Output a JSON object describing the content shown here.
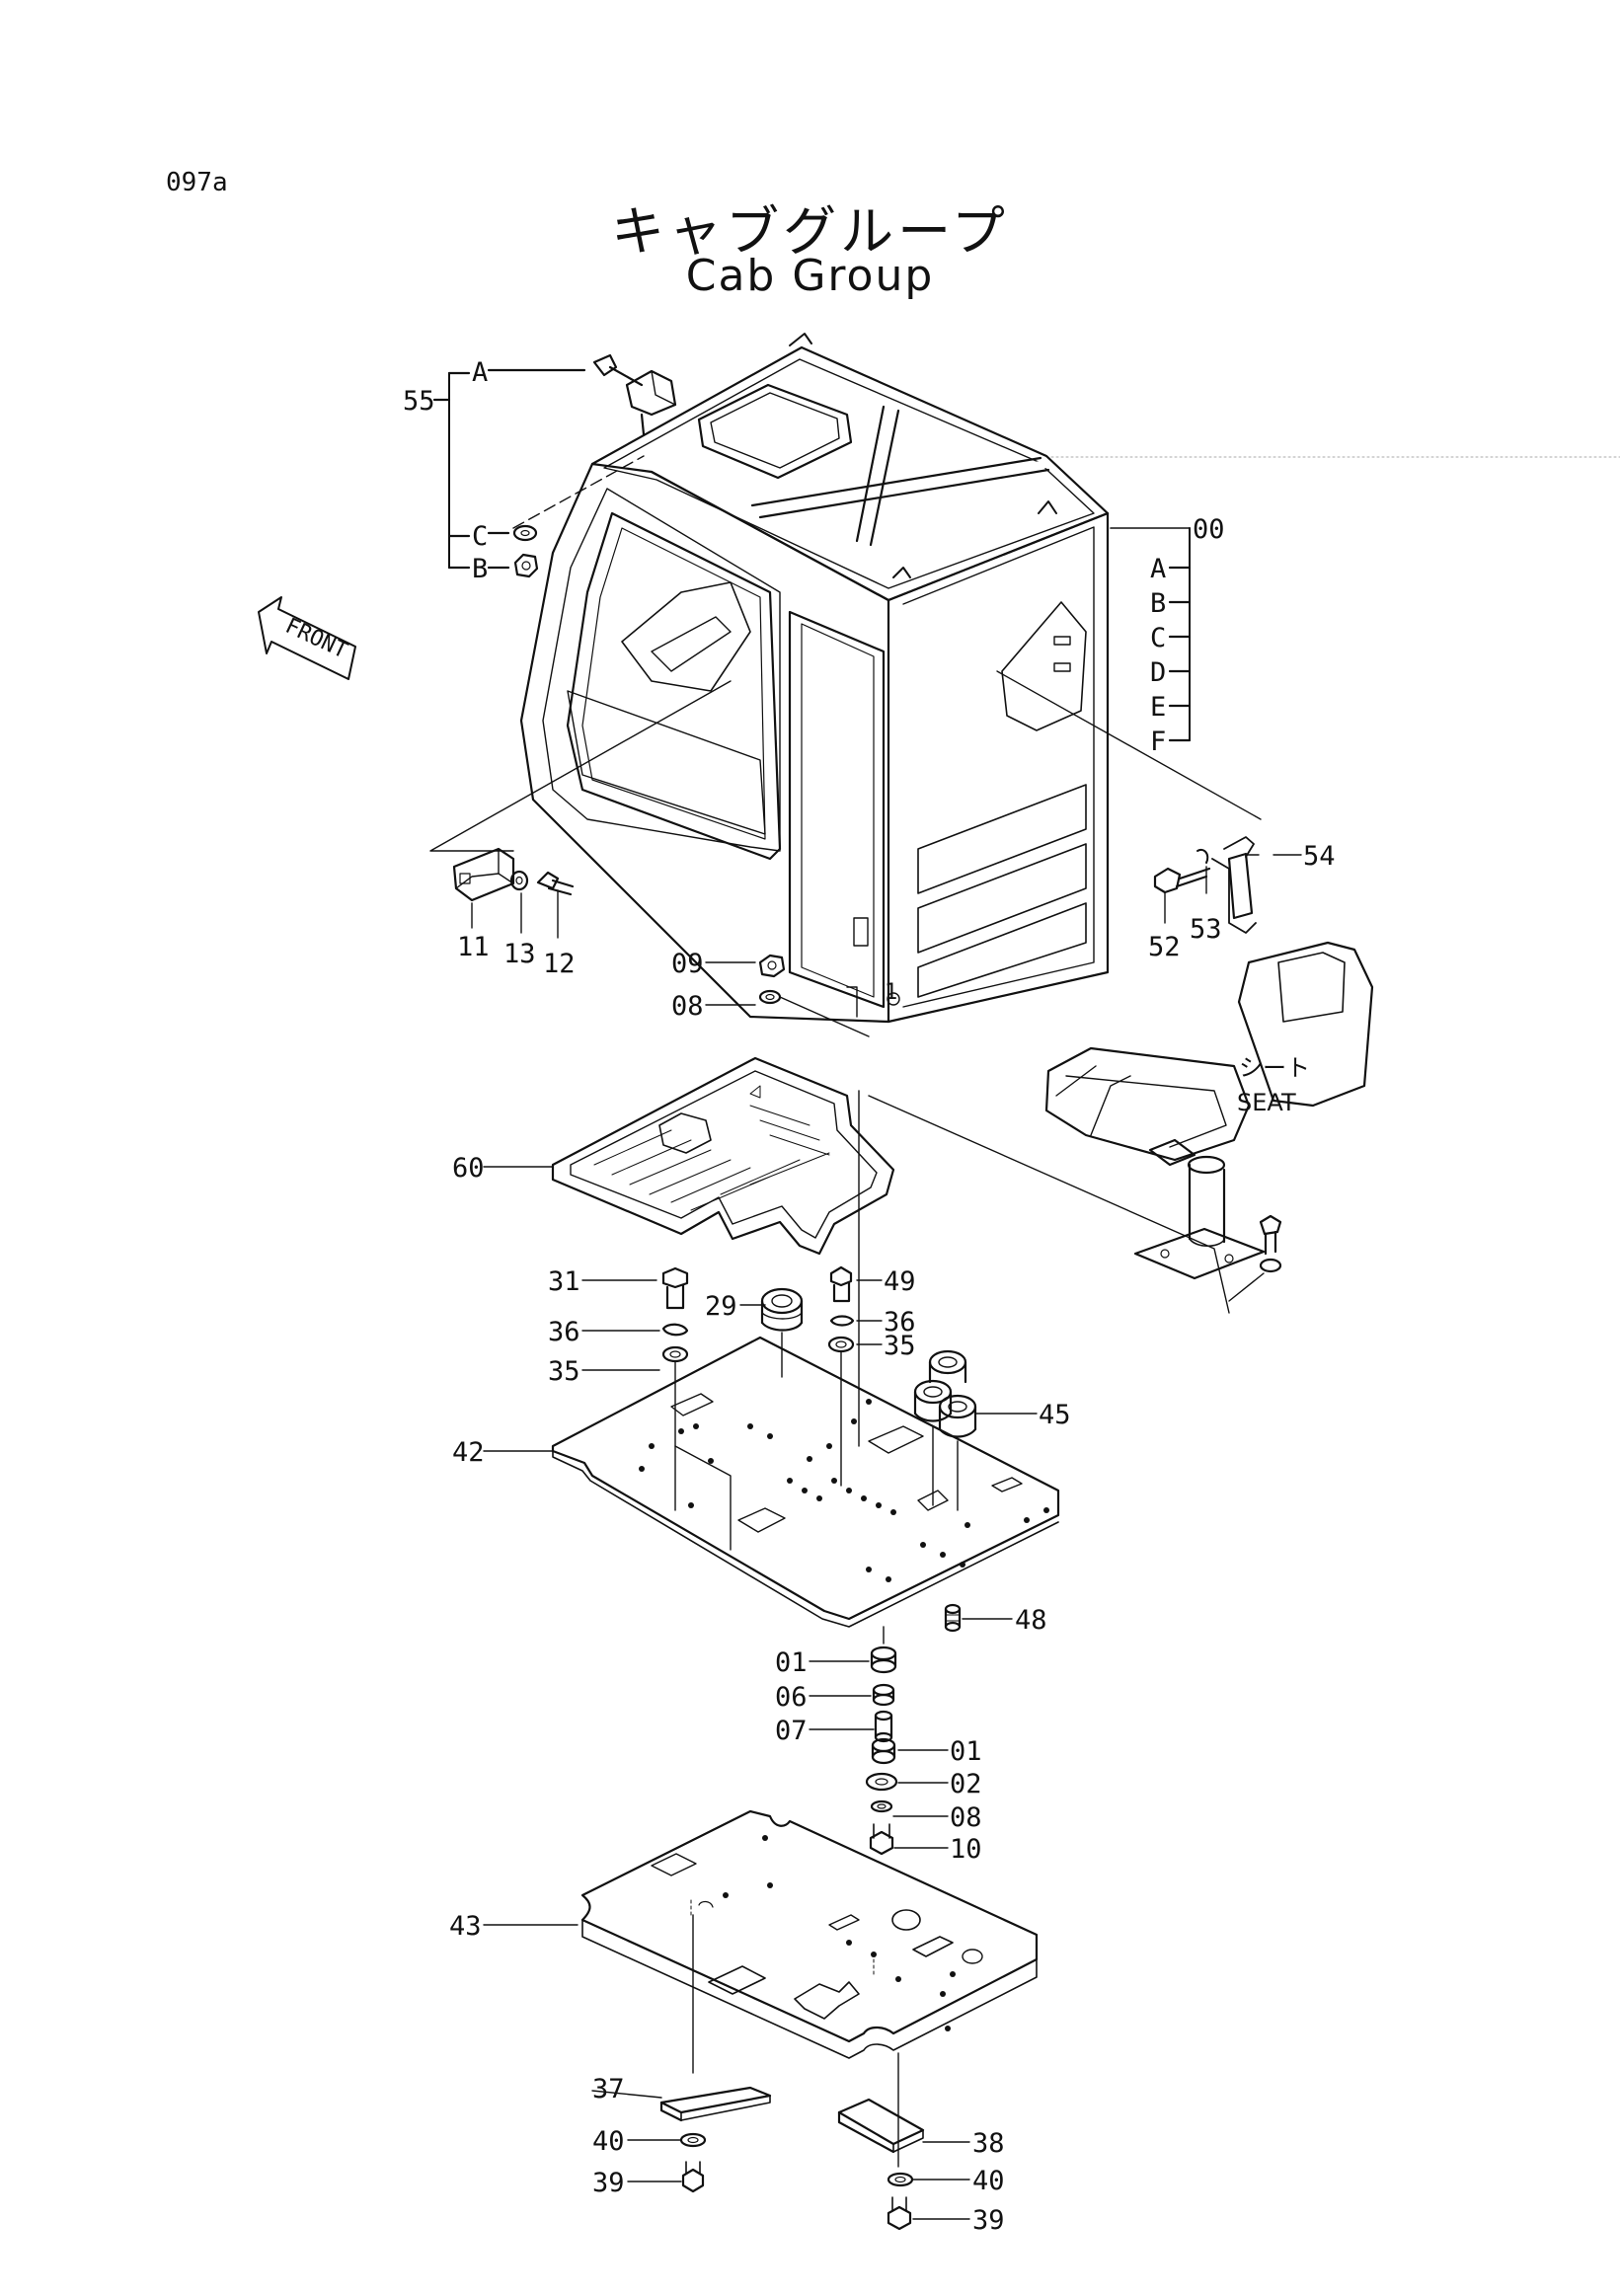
{
  "page_code": "097a",
  "title_jp": "キャブグループ",
  "title_en": "Cab Group",
  "front_label": "FRONT",
  "seat_label_jp": "シート",
  "seat_label_en": "SEAT",
  "small_mark": "1",
  "callouts": [
    {
      "id": "c55",
      "text": "55"
    },
    {
      "id": "cA55",
      "text": "A"
    },
    {
      "id": "cC55",
      "text": "C"
    },
    {
      "id": "cB55",
      "text": "B"
    },
    {
      "id": "c00",
      "text": "00"
    },
    {
      "id": "cA",
      "text": "A"
    },
    {
      "id": "cB",
      "text": "B"
    },
    {
      "id": "cC",
      "text": "C"
    },
    {
      "id": "cD",
      "text": "D"
    },
    {
      "id": "cE",
      "text": "E"
    },
    {
      "id": "cF",
      "text": "F"
    },
    {
      "id": "c54",
      "text": "54"
    },
    {
      "id": "c52",
      "text": "52"
    },
    {
      "id": "c53",
      "text": "53"
    },
    {
      "id": "c11",
      "text": "11"
    },
    {
      "id": "c13",
      "text": "13"
    },
    {
      "id": "c12",
      "text": "12"
    },
    {
      "id": "c09",
      "text": "09"
    },
    {
      "id": "c08a",
      "text": "08"
    },
    {
      "id": "c60",
      "text": "60"
    },
    {
      "id": "c31",
      "text": "31"
    },
    {
      "id": "c36a",
      "text": "36"
    },
    {
      "id": "c35a",
      "text": "35"
    },
    {
      "id": "c29",
      "text": "29"
    },
    {
      "id": "c49",
      "text": "49"
    },
    {
      "id": "c36b",
      "text": "36"
    },
    {
      "id": "c35b",
      "text": "35"
    },
    {
      "id": "c45",
      "text": "45"
    },
    {
      "id": "c42",
      "text": "42"
    },
    {
      "id": "c48",
      "text": "48"
    },
    {
      "id": "c01a",
      "text": "01"
    },
    {
      "id": "c06",
      "text": "06"
    },
    {
      "id": "c07",
      "text": "07"
    },
    {
      "id": "c01b",
      "text": "01"
    },
    {
      "id": "c02",
      "text": "02"
    },
    {
      "id": "c08b",
      "text": "08"
    },
    {
      "id": "c10",
      "text": "10"
    },
    {
      "id": "c43",
      "text": "43"
    },
    {
      "id": "c37",
      "text": "37"
    },
    {
      "id": "c40a",
      "text": "40"
    },
    {
      "id": "c39a",
      "text": "39"
    },
    {
      "id": "c38",
      "text": "38"
    },
    {
      "id": "c40b",
      "text": "40"
    },
    {
      "id": "c39b",
      "text": "39"
    }
  ]
}
